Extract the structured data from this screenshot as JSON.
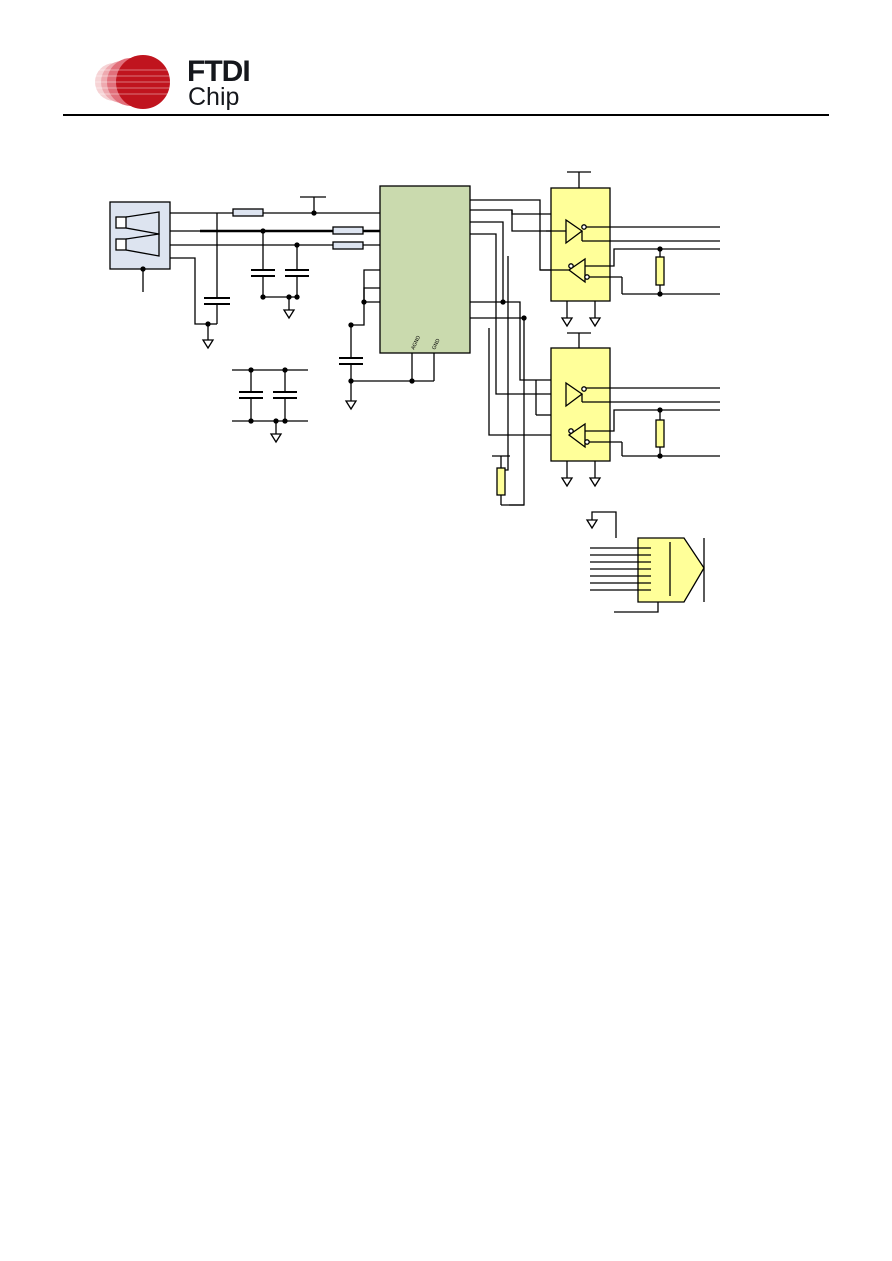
{
  "header": {
    "logo": {
      "word_1": "FTDI",
      "word_2": "Chip",
      "brand_color": "#c0141e",
      "text_color": "#15171c"
    }
  },
  "schematic": {
    "chip_pins": {
      "agnd": "AGND",
      "gnd": "GND"
    },
    "colors": {
      "connector_fill": "#dde4f0",
      "main_chip_fill": "#cadaae",
      "driver_fill": "#ffff99",
      "resistor_fill": "#ffff99",
      "usb_resistor_fill": "#dde4f0",
      "wire": "#000000"
    }
  }
}
